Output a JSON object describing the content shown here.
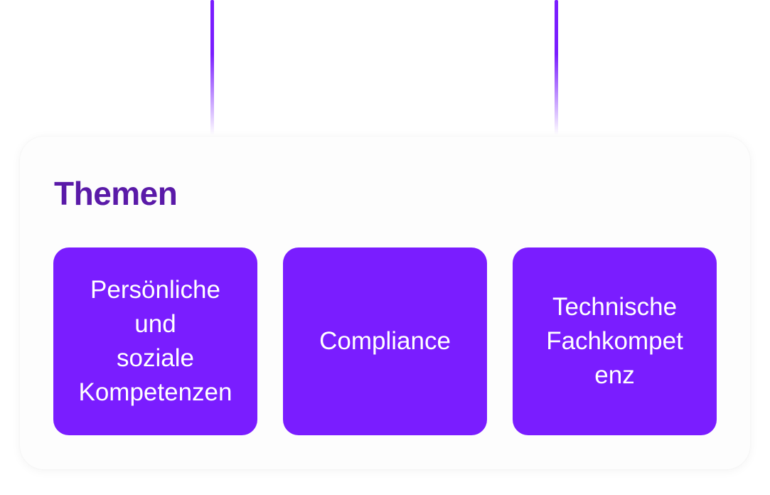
{
  "colors": {
    "accent": "#7a1dff",
    "title": "#5a1aa8",
    "connector": "#7a1dff"
  },
  "panel": {
    "title": "Themen",
    "cards": [
      {
        "label": "Persönliche\nund\nsoziale\nKompetenzen"
      },
      {
        "label": "Compliance"
      },
      {
        "label": "Technische\nFachkompet\nenz"
      }
    ]
  }
}
